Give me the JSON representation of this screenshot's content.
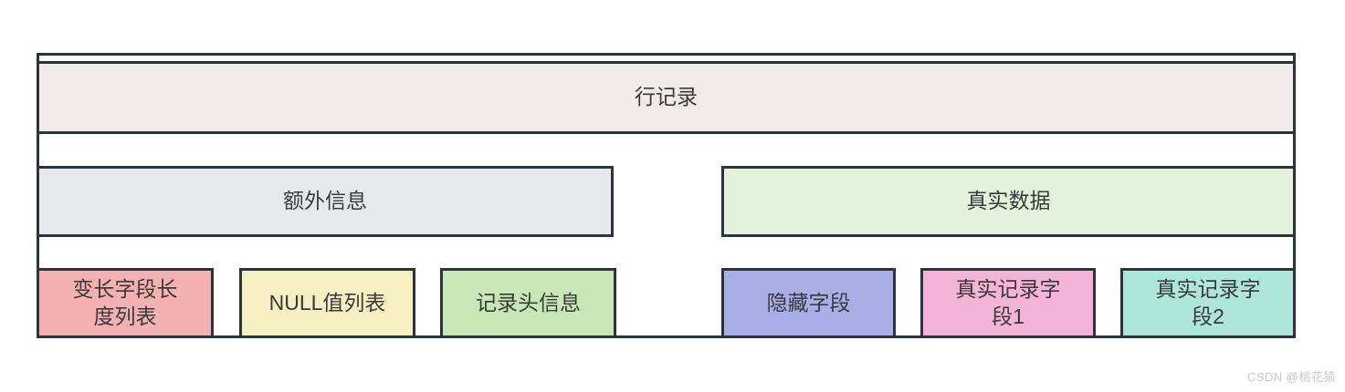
{
  "palette": {
    "border": "#2d333c",
    "text": "#3a3a3a",
    "watermark": "#c9c9c9",
    "page_background": "#ffffff"
  },
  "diagram": {
    "row_record": {
      "label": "行记录",
      "fill": "#f0ebe9"
    },
    "extra_info": {
      "label": "额外信息",
      "fill": "#e6e9ec"
    },
    "real_data": {
      "label": "真实数据",
      "fill": "#e5f2db"
    },
    "extra_info_children": [
      {
        "label": "变长字段长度列表",
        "fill": "#f4b1b1"
      },
      {
        "label": "NULL值列表",
        "fill": "#f6efc2"
      },
      {
        "label": "记录头信息",
        "fill": "#c9e7b6"
      }
    ],
    "real_data_children": [
      {
        "label": "隐藏字段",
        "fill": "#a8aee8"
      },
      {
        "label": "真实记录字段1",
        "fill": "#f3b4d5"
      },
      {
        "label": "真实记录字段2",
        "fill": "#aee6db"
      }
    ]
  },
  "watermark": "CSDN @桃花猿"
}
